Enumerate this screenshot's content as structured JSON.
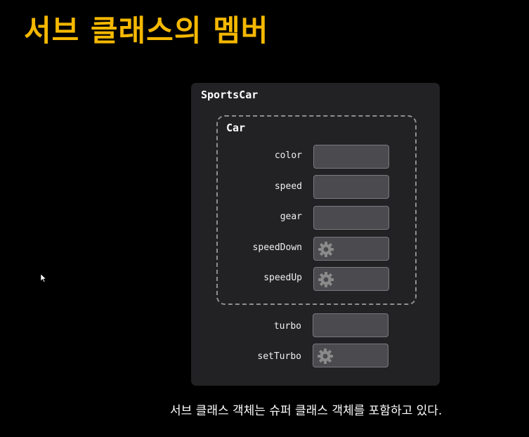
{
  "slide": {
    "title": "서브 클래스의 멤버",
    "caption": "서브 클래스 객체는 슈퍼 클래스 객체를 포함하고 있다."
  },
  "diagram": {
    "outer_class": {
      "name": "SportsCar",
      "inner_class": {
        "name": "Car",
        "members": [
          {
            "label": "color",
            "kind": "field"
          },
          {
            "label": "speed",
            "kind": "field"
          },
          {
            "label": "gear",
            "kind": "field"
          },
          {
            "label": "speedDown",
            "kind": "method",
            "icon": "gear-icon"
          },
          {
            "label": "speedUp",
            "kind": "method",
            "icon": "gear-icon"
          }
        ]
      },
      "members": [
        {
          "label": "turbo",
          "kind": "field"
        },
        {
          "label": "setTurbo",
          "kind": "method",
          "icon": "gear-icon"
        }
      ]
    }
  },
  "colors": {
    "background": "#000000",
    "title": "#f5b800",
    "panel": "#222124",
    "slot": "#4b4a4e",
    "dashed_border": "#8f8f8f",
    "gear": "#8a8a8a"
  }
}
